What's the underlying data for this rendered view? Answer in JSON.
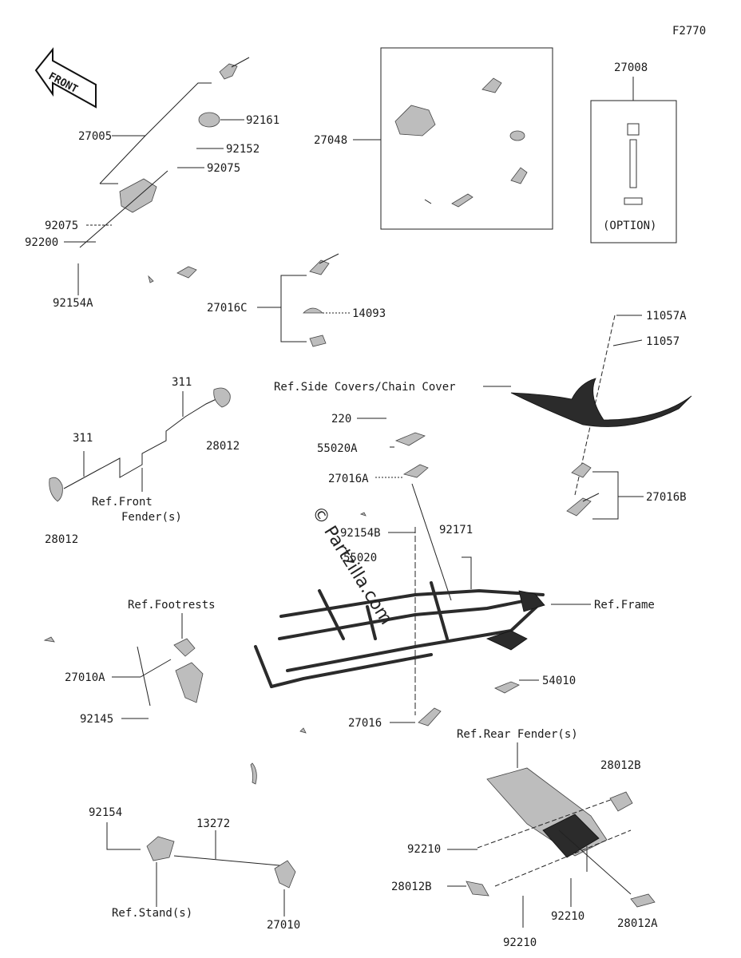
{
  "figure_code": "F2770",
  "front_arrow": "FRONT",
  "watermark": "© Partzilla.com",
  "option_label": "(OPTION)",
  "parts": {
    "p27008": "27008",
    "p27005": "27005",
    "p92161": "92161",
    "p92152": "92152",
    "p92075_a": "92075",
    "p92075_b": "92075",
    "p92200": "92200",
    "p92154A": "92154A",
    "p27048": "27048",
    "p27016C": "27016C",
    "p14093": "14093",
    "p11057A": "11057A",
    "p11057": "11057",
    "p311_a": "311",
    "p311_b": "311",
    "p28012_a": "28012",
    "p28012_b": "28012",
    "p220": "220",
    "p55020A": "55020A",
    "p27016A": "27016A",
    "p27016B": "27016B",
    "p92154B": "92154B",
    "p92171": "92171",
    "p55020": "55020",
    "p27010A": "27010A",
    "p92145": "92145",
    "p54010": "54010",
    "p27016": "27016",
    "p28012B_a": "28012B",
    "p28012B_b": "28012B",
    "p92154": "92154",
    "p13272": "13272",
    "p92210_a": "92210",
    "p92210_b": "92210",
    "p92210_c": "92210",
    "p27010": "27010",
    "p28012A": "28012A"
  },
  "refs": {
    "side_covers": "Ref.Side Covers/Chain Cover",
    "front_fender_1": "Ref.Front",
    "front_fender_2": "Fender(s)",
    "footrests": "Ref.Footrests",
    "frame": "Ref.Frame",
    "rear_fender": "Ref.Rear Fender(s)",
    "stand": "Ref.Stand(s)"
  }
}
